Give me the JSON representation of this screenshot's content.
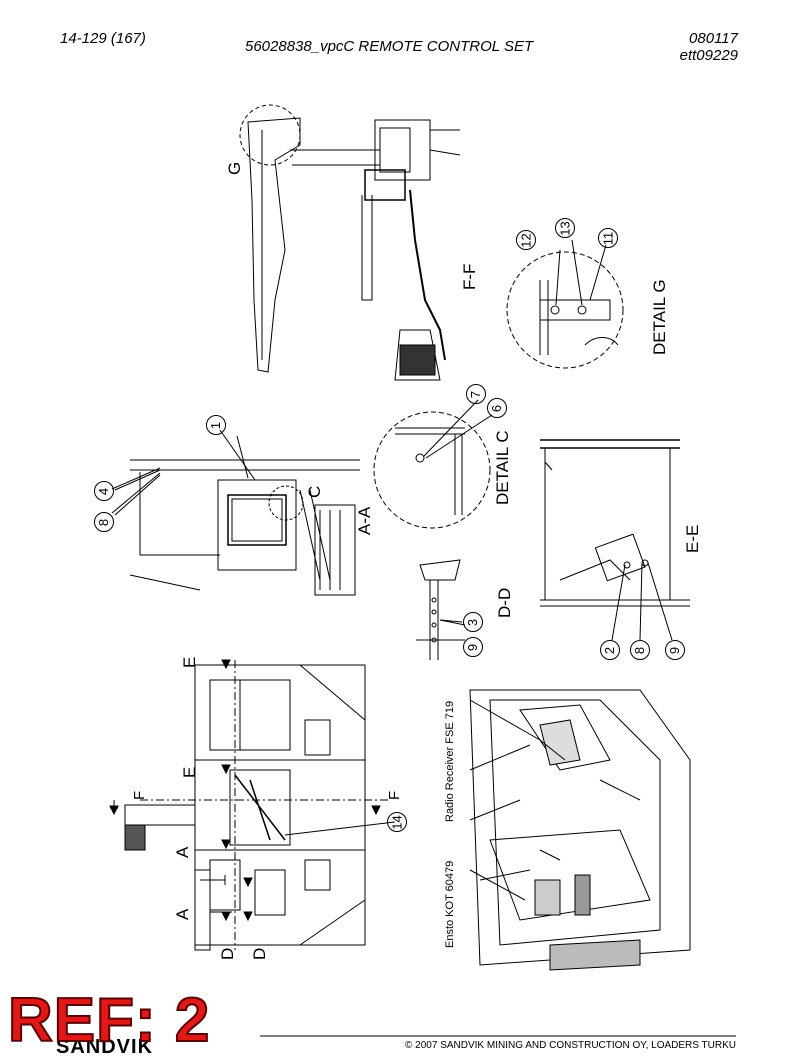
{
  "header": {
    "page_number": "14-129 (167)",
    "title": "56028838_vpcC REMOTE CONTROL SET",
    "date": "080117",
    "ref": "ett09229"
  },
  "views": {
    "section_ff": "F-F",
    "detail_g": "DETAIL G",
    "section_aa": "A-A",
    "detail_c": "DETAIL C",
    "section_dd": "D-D",
    "section_ee": "E-E",
    "marker_g": "G",
    "marker_c": "C"
  },
  "section_markers": {
    "a1": "A",
    "a2": "A",
    "d1": "D",
    "d2": "D",
    "e1": "E",
    "e2": "E",
    "f1": "F",
    "f2": "F"
  },
  "callouts": {
    "c12": "12",
    "c13": "13",
    "c11": "11",
    "c7": "7",
    "c6": "6",
    "c1": "1",
    "c4": "4",
    "c8a": "8",
    "c3": "3",
    "c9a": "9",
    "c2": "2",
    "c8b": "8",
    "c9b": "9",
    "c14": "14"
  },
  "labels": {
    "radio_receiver": "Radio Receiver FSE 719",
    "ensto": "Ensto KOT 60479"
  },
  "footer": {
    "stamp": "REF: 2",
    "brand": "SANDVIK",
    "copyright": "© 2007 SANDVIK MINING AND CONSTRUCTION OY, LOADERS TURKU"
  }
}
